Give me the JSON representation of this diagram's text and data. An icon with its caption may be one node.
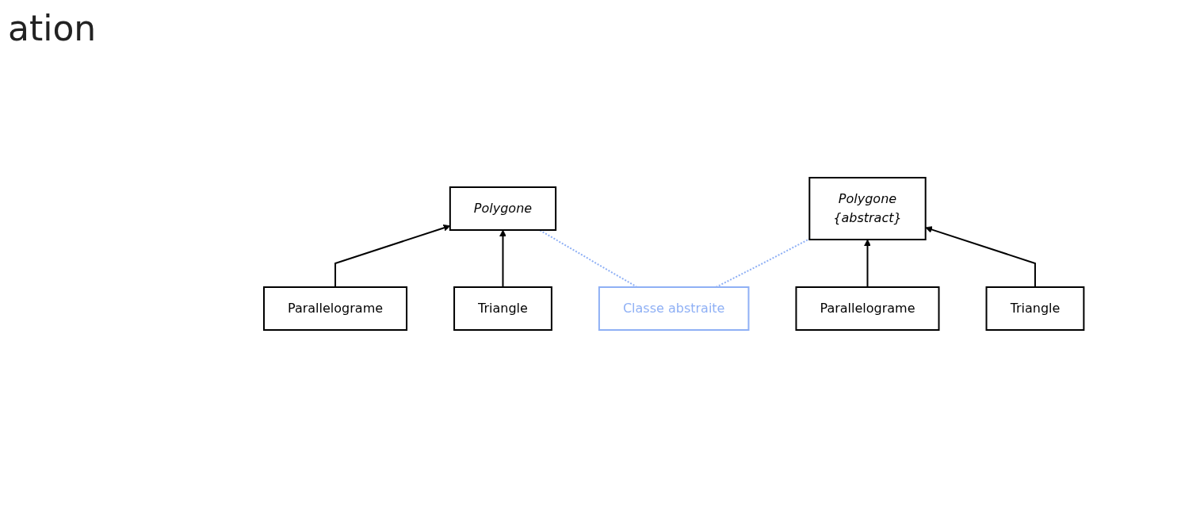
{
  "diagram": {
    "nodes": [
      {
        "text": [
          "Polygone"
        ]
      },
      {
        "text": [
          "Parallelograme"
        ]
      },
      {
        "text": [
          "Triangle"
        ]
      },
      {
        "text": [
          "Classe abstraite"
        ]
      },
      {
        "text": [
          "Polygone",
          "{abstract}"
        ]
      },
      {
        "text": [
          "Parallelograme"
        ]
      },
      {
        "text": [
          "Triangle"
        ]
      }
    ],
    "edges": [
      {
        "from": 1,
        "to": 0,
        "arrow": "to"
      },
      {
        "from": 2,
        "to": 0,
        "arrow": "to"
      },
      {
        "from": 3,
        "to": 0,
        "arrow": "none",
        "style": "dashed",
        "color": "#8fb0f5"
      },
      {
        "from": 3,
        "to": 4,
        "arrow": "none",
        "style": "dashed",
        "color": "#8fb0f5"
      },
      {
        "from": 5,
        "to": 4,
        "arrow": "to"
      },
      {
        "from": 6,
        "to": 4,
        "arrow": "to"
      }
    ],
    "labels": [
      "ation"
    ]
  }
}
